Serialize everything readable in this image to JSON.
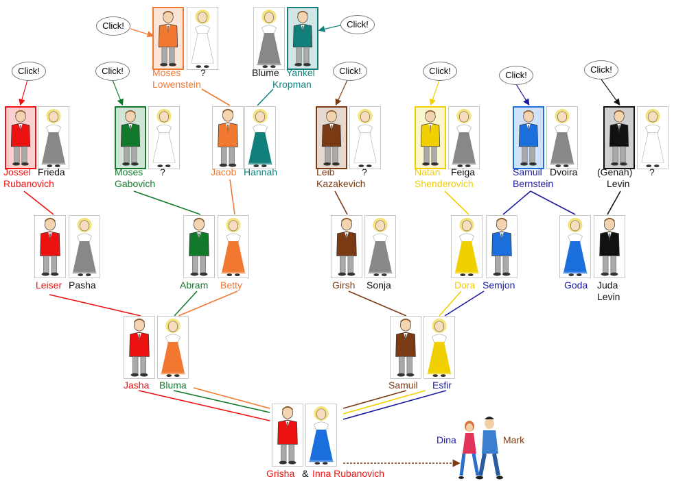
{
  "colors": {
    "red": "#ee1111",
    "green": "#117a2a",
    "orange": "#f07830",
    "teal": "#11807a",
    "brown": "#7a3a14",
    "yellow": "#f0d000",
    "blue": "#1a6fdc",
    "navy": "#1a1aa0",
    "black": "#111111",
    "gray": "#888888",
    "white": "#ffffff",
    "text": "#111111"
  },
  "click_label": "Click!",
  "people": [
    {
      "id": "moses_l",
      "sex": "m",
      "color": "orange",
      "sel": true
    },
    {
      "id": "moses_l_wife",
      "sex": "f",
      "color": "white"
    },
    {
      "id": "blume",
      "sex": "f",
      "color": "gray"
    },
    {
      "id": "yankel",
      "sex": "m",
      "color": "teal",
      "sel": true
    },
    {
      "id": "jossel",
      "sex": "m",
      "color": "red",
      "sel": true
    },
    {
      "id": "frieda",
      "sex": "f",
      "color": "gray"
    },
    {
      "id": "moses_g",
      "sex": "m",
      "color": "green",
      "sel": true
    },
    {
      "id": "moses_g_wife",
      "sex": "f",
      "color": "white"
    },
    {
      "id": "jacob",
      "sex": "m",
      "color": "orange"
    },
    {
      "id": "hannah",
      "sex": "f",
      "color": "teal"
    },
    {
      "id": "leib",
      "sex": "m",
      "color": "brown",
      "sel": true
    },
    {
      "id": "leib_wife",
      "sex": "f",
      "color": "white"
    },
    {
      "id": "natan",
      "sex": "m",
      "color": "yellow",
      "sel": true
    },
    {
      "id": "feiga",
      "sex": "f",
      "color": "gray"
    },
    {
      "id": "samuil_b",
      "sex": "m",
      "color": "blue",
      "sel": true
    },
    {
      "id": "dvoira",
      "sex": "f",
      "color": "gray"
    },
    {
      "id": "genah",
      "sex": "m",
      "color": "black",
      "sel": true
    },
    {
      "id": "genah_wife",
      "sex": "f",
      "color": "white"
    },
    {
      "id": "leiser",
      "sex": "m",
      "color": "red"
    },
    {
      "id": "pasha",
      "sex": "f",
      "color": "gray"
    },
    {
      "id": "abram",
      "sex": "m",
      "color": "green"
    },
    {
      "id": "betty",
      "sex": "f",
      "color": "orange"
    },
    {
      "id": "girsh",
      "sex": "m",
      "color": "brown"
    },
    {
      "id": "sonja",
      "sex": "f",
      "color": "gray"
    },
    {
      "id": "dora",
      "sex": "f",
      "color": "yellow"
    },
    {
      "id": "semjon",
      "sex": "m",
      "color": "blue"
    },
    {
      "id": "goda",
      "sex": "f",
      "color": "blue"
    },
    {
      "id": "juda",
      "sex": "m",
      "color": "black"
    },
    {
      "id": "jasha",
      "sex": "m",
      "color": "red"
    },
    {
      "id": "bluma",
      "sex": "f",
      "color": "orange"
    },
    {
      "id": "samuil",
      "sex": "m",
      "color": "brown"
    },
    {
      "id": "esfir",
      "sex": "f",
      "color": "yellow"
    },
    {
      "id": "grisha",
      "sex": "m",
      "color": "red"
    },
    {
      "id": "inna",
      "sex": "f",
      "color": "blue"
    }
  ],
  "labels": [
    {
      "id": "l_moses_l1",
      "text": "Moses",
      "color": "orange"
    },
    {
      "id": "l_moses_l2",
      "text": "Lowenstein",
      "color": "orange"
    },
    {
      "id": "l_q1",
      "text": "?",
      "color": "text"
    },
    {
      "id": "l_blume",
      "text": "Blume",
      "color": "text"
    },
    {
      "id": "l_yankel1",
      "text": "Yankel",
      "color": "teal"
    },
    {
      "id": "l_yankel2",
      "text": "Kropman",
      "color": "teal"
    },
    {
      "id": "l_jossel1",
      "text": "Jossel",
      "color": "red"
    },
    {
      "id": "l_jossel2",
      "text": "Rubanovich",
      "color": "red"
    },
    {
      "id": "l_frieda",
      "text": "Frieda",
      "color": "text"
    },
    {
      "id": "l_moses_g1",
      "text": "Moses",
      "color": "green"
    },
    {
      "id": "l_moses_g2",
      "text": "Gabovich",
      "color": "green"
    },
    {
      "id": "l_q2",
      "text": "?",
      "color": "text"
    },
    {
      "id": "l_jacob",
      "text": "Jacob",
      "color": "orange"
    },
    {
      "id": "l_hannah",
      "text": "Hannah",
      "color": "teal"
    },
    {
      "id": "l_leib1",
      "text": "Leib",
      "color": "brown"
    },
    {
      "id": "l_leib2",
      "text": "Kazakevich",
      "color": "brown"
    },
    {
      "id": "l_q3",
      "text": "?",
      "color": "text"
    },
    {
      "id": "l_natan1",
      "text": "Natan",
      "color": "yellow"
    },
    {
      "id": "l_natan2",
      "text": "Shenderovich",
      "color": "yellow"
    },
    {
      "id": "l_feiga",
      "text": "Feiga",
      "color": "text"
    },
    {
      "id": "l_samuil_b1",
      "text": "Samuil",
      "color": "navy"
    },
    {
      "id": "l_samuil_b2",
      "text": "Bernstein",
      "color": "navy"
    },
    {
      "id": "l_dvoira",
      "text": "Dvoira",
      "color": "text"
    },
    {
      "id": "l_genah",
      "text": "(Genah)",
      "color": "text"
    },
    {
      "id": "l_levin1",
      "text": "Levin",
      "color": "text"
    },
    {
      "id": "l_q4",
      "text": "?",
      "color": "text"
    },
    {
      "id": "l_leiser",
      "text": "Leiser",
      "color": "red"
    },
    {
      "id": "l_pasha",
      "text": "Pasha",
      "color": "text"
    },
    {
      "id": "l_abram",
      "text": "Abram",
      "color": "green"
    },
    {
      "id": "l_betty",
      "text": "Betty",
      "color": "orange"
    },
    {
      "id": "l_girsh",
      "text": "Girsh",
      "color": "brown"
    },
    {
      "id": "l_sonja",
      "text": "Sonja",
      "color": "text"
    },
    {
      "id": "l_dora",
      "text": "Dora",
      "color": "yellow"
    },
    {
      "id": "l_semjon",
      "text": "Semjon",
      "color": "navy"
    },
    {
      "id": "l_goda",
      "text": "Goda",
      "color": "navy"
    },
    {
      "id": "l_juda1",
      "text": "Juda",
      "color": "text"
    },
    {
      "id": "l_juda2",
      "text": "Levin",
      "color": "text"
    },
    {
      "id": "l_jasha",
      "text": "Jasha",
      "color": "red"
    },
    {
      "id": "l_bluma",
      "text": "Bluma",
      "color": "green"
    },
    {
      "id": "l_samuil",
      "text": "Samuil",
      "color": "brown"
    },
    {
      "id": "l_esfir",
      "text": "Esfir",
      "color": "navy"
    },
    {
      "id": "l_grisha",
      "text": "Grisha",
      "color": "red"
    },
    {
      "id": "l_inna",
      "text": "Inna Rubanovich",
      "color": "red"
    },
    {
      "id": "l_dina",
      "text": "Dina",
      "color": "navy"
    },
    {
      "id": "l_mark",
      "text": "Mark",
      "color": "brown"
    }
  ],
  "amp": "&"
}
